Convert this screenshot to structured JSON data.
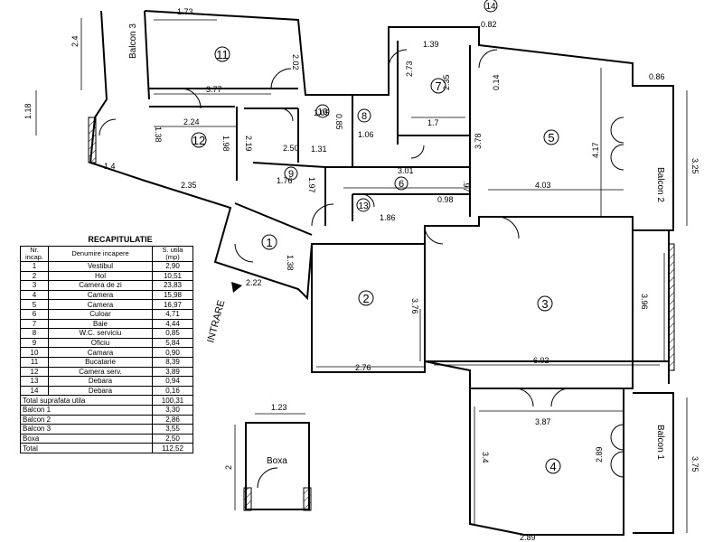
{
  "recap": {
    "title": "RECAPITULATIE",
    "headers": [
      "Nr. incap.",
      "Denumire incapere",
      "S. utila (mp)"
    ],
    "rows": [
      [
        "1",
        "Vestibul",
        "2,90"
      ],
      [
        "2",
        "Hol",
        "10,51"
      ],
      [
        "3",
        "Camera de zi",
        "23,83"
      ],
      [
        "4",
        "Camera",
        "15,98"
      ],
      [
        "5",
        "Camera",
        "16,97"
      ],
      [
        "6",
        "Culoar",
        "4,71"
      ],
      [
        "7",
        "Baie",
        "4,44"
      ],
      [
        "8",
        "W.C. serviciu",
        "0,85"
      ],
      [
        "9",
        "Oficiu",
        "5,84"
      ],
      [
        "10",
        "Camara",
        "0,90"
      ],
      [
        "11",
        "Bucatarie",
        "8,39"
      ],
      [
        "12",
        "Camera serv.",
        "3,89"
      ],
      [
        "13",
        "Debara",
        "0,94"
      ],
      [
        "14",
        "Debara",
        "0,16"
      ]
    ],
    "totals": [
      [
        "Total suprafata utila",
        "100,31"
      ],
      [
        "Balcon 1",
        "3,30"
      ],
      [
        "Balcon 2",
        "2,86"
      ],
      [
        "Balcon 3",
        "3,55"
      ],
      [
        "Boxa",
        "2,50"
      ],
      [
        "Total",
        "112,52"
      ]
    ]
  },
  "rooms": {
    "r1": "1",
    "r2": "2",
    "r3": "3",
    "r4": "4",
    "r5": "5",
    "r6": "6",
    "r7": "7",
    "r8": "8",
    "r9": "9",
    "r10": "10",
    "r11": "11",
    "r12": "12",
    "r13": "13",
    "r14": "14"
  },
  "labels": {
    "balcon1": "Balcon 1",
    "balcon2": "Balcon 2",
    "balcon3": "Balcon 3",
    "boxa": "Boxa",
    "intrare": "INTRARE"
  },
  "dims": {
    "d_173": "1.73",
    "d_202": "2.02",
    "d_377": "3.77",
    "d_224": "2.24",
    "d_138": "1.38",
    "d_198": "1.98",
    "d_219": "2.19",
    "d_105": "1.05",
    "d_085": "0.85",
    "d_131": "1.31",
    "d_106": "1.06",
    "d_250": "2.50",
    "d_176": "1.76",
    "d_197": "1.97",
    "d_235": "2.35",
    "d_14": "1.4",
    "d_24": "2.4",
    "d_118": "1.18",
    "d_139": "1.39",
    "d_273": "2.73",
    "d_235b": "2.35",
    "d_17": "1.7",
    "d_082": "0.82",
    "d_014": "0.14",
    "d_086": "0.86",
    "d_417": "4.17",
    "d_378": "3.78",
    "d_403": "4.03",
    "d_325": "3.25",
    "d_301": "3.01",
    "d_098": "0.98",
    "d_186": "1.86",
    "d_222": "2.22",
    "d_138b": "1.38",
    "d_376": "3.76",
    "d_276": "2.76",
    "d_602": "6.02",
    "d_396": "3.96",
    "d_387": "3.87",
    "d_34": "3.4",
    "d_289": "2.89",
    "d_375": "3.75",
    "d_289b": "2.89",
    "d_123": "1.23",
    "d_2": "2",
    "d_97": ".97"
  }
}
